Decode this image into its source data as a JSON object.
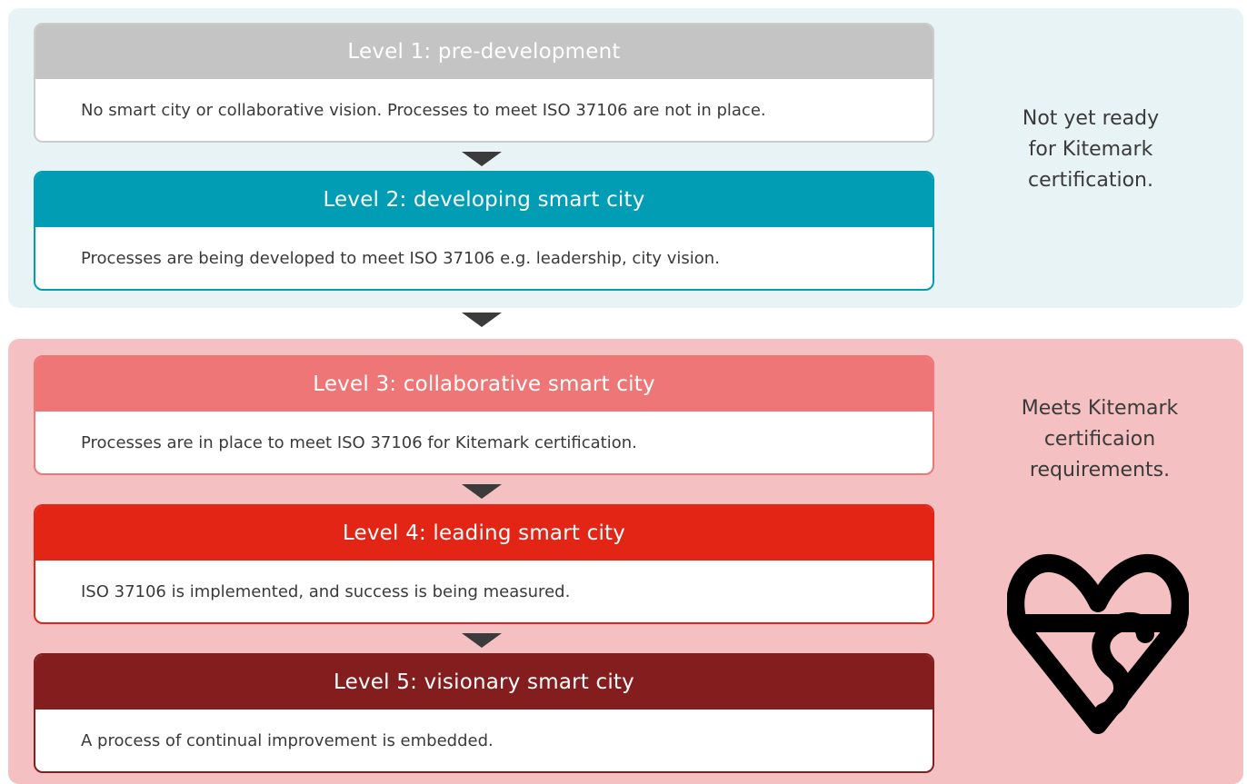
{
  "levels": [
    {
      "title": "Level 1: pre-development",
      "description": "No smart city or collaborative vision. Processes to meet ISO 37106 are not in place.",
      "header_color": "#c4c4c4",
      "border_color": "#cccccc"
    },
    {
      "title": "Level 2: developing smart city",
      "description": "Processes are being developed to meet ISO 37106 e.g. leadership, city vision.",
      "header_color": "#009db4",
      "border_color": "#009db4"
    },
    {
      "title": "Level 3: collaborative smart city",
      "description": "Processes are in place to meet ISO 37106 for Kitemark certification.",
      "header_color": "#ee7677",
      "border_color": "#ee7677"
    },
    {
      "title": "Level 4: leading smart city",
      "description": "ISO 37106 is implemented, and success is being measured.",
      "header_color": "#e32516",
      "border_color": "#e32516"
    },
    {
      "title": "Level 5: visionary smart city",
      "description": "A process of continual improvement is embedded.",
      "header_color": "#841e1e",
      "border_color": "#841e1e"
    }
  ],
  "notes": {
    "not_ready": "Not yet ready\nfor Kitemark\ncertification.",
    "meets": "Meets Kitemark\ncertificaion\nrequirements."
  },
  "colors": {
    "top_panel": "#e8f3f6",
    "bottom_panel": "#f4c0c2",
    "arrow": "#3b3b3b",
    "logo": "#000000"
  },
  "icons": {
    "kitemark": "kitemark-logo-icon",
    "arrow": "down-arrow-icon"
  }
}
